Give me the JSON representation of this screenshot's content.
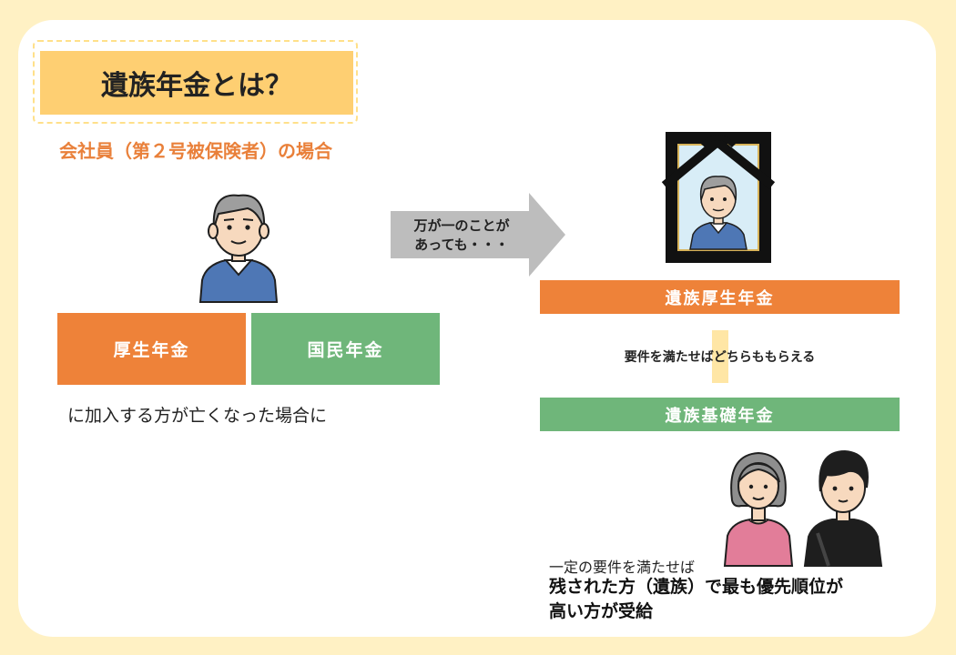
{
  "title": "遺族年金とは？",
  "subtitle": "会社員（第２号被保険者）の場合",
  "pension_boxes": {
    "kosei": "厚生年金",
    "kokumin": "国民年金"
  },
  "note": "に加入する方が亡くなった場合に",
  "arrow_text": {
    "line1": "万が一のことが",
    "line2": "あっても・・・"
  },
  "benefits": {
    "survivor_employee": "遺族厚生年金",
    "requirement": "要件を満たせばどちらももらえる",
    "survivor_basic": "遺族基礎年金"
  },
  "condition": "一定の要件を満たせば",
  "result": {
    "line1": "残された方（遺族）で最も優先順位が",
    "line2": "高い方が受給"
  },
  "colors": {
    "background": "#FFF1C4",
    "title_fill": "#FECF72",
    "accent_orange": "#EE8239",
    "accent_green": "#6FB67A",
    "subtitle_text": "#E9803A",
    "arrow_gray": "#BDBDBD"
  },
  "icons": [
    "man-icon",
    "memorial-portrait-icon",
    "woman-icon",
    "boy-icon",
    "right-arrow-icon"
  ]
}
